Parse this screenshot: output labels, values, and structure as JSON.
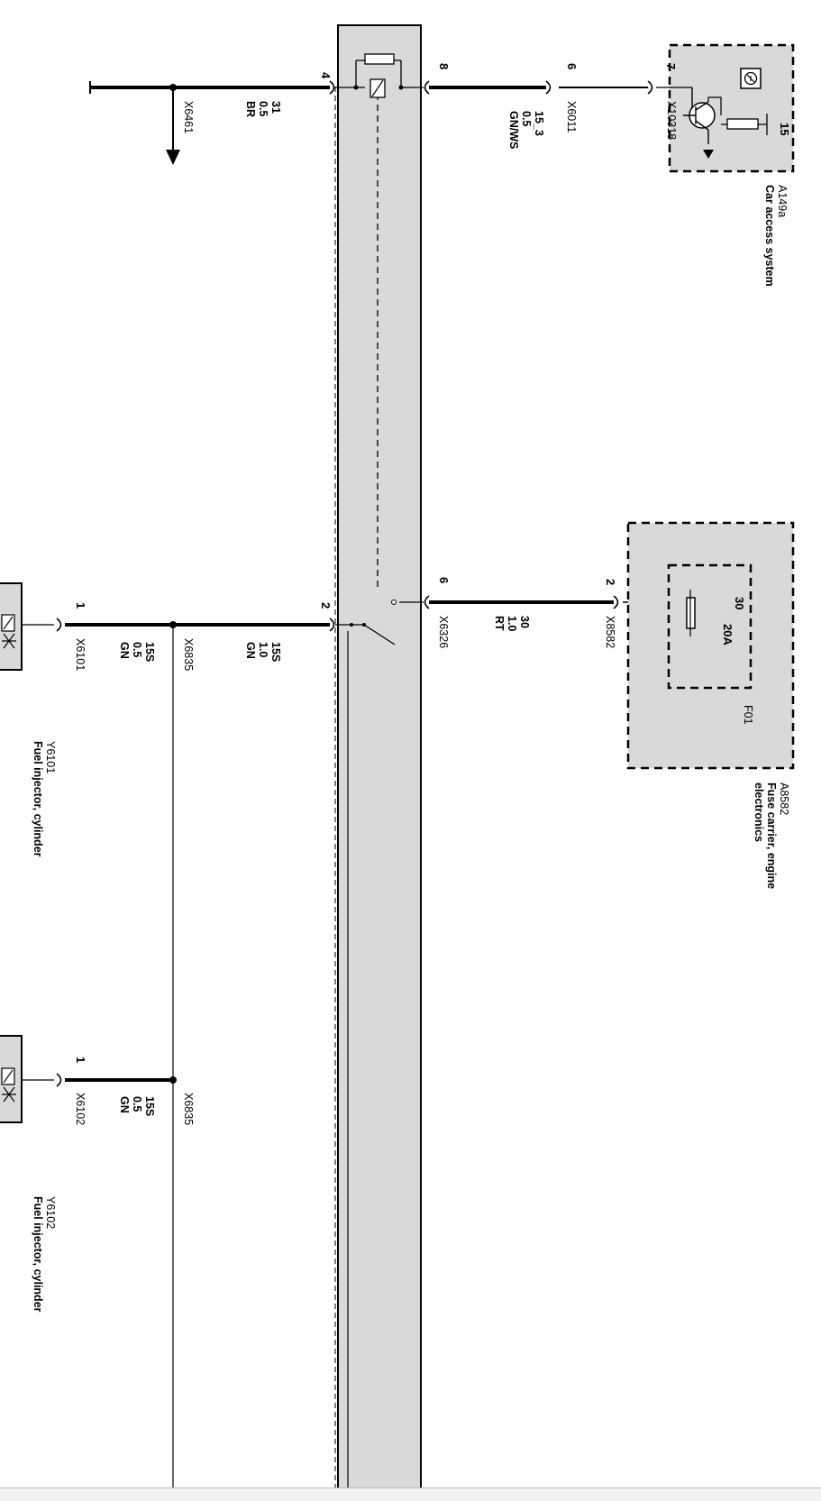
{
  "diagram": {
    "components": {
      "car_access_system": {
        "id": "A149a",
        "name": "Car access system",
        "terminal": "15",
        "connector": "X10318",
        "pin": "7"
      },
      "fuse_carrier": {
        "id": "A8582",
        "name_line1": "Fuse carrier, engine",
        "name_line2": "electronics",
        "fuse_id": "F01",
        "fuse_rating": "20A",
        "fuse_terminal": "30",
        "connector": "X8582",
        "pin": "2"
      },
      "injector_1": {
        "id": "Y6101",
        "name": "Fuel injector, cylinder",
        "connector": "X6101",
        "pin": "1"
      },
      "injector_2": {
        "id": "Y6102",
        "name": "Fuel injector, cylinder",
        "connector": "X6102",
        "pin": "1"
      }
    },
    "relay": {
      "pins": {
        "coil_ground": "4",
        "coil_supply": "8",
        "switch_output": "2",
        "switch_input": "6"
      },
      "connector": "X6326"
    },
    "wires": {
      "ground": {
        "terminal": "31",
        "size": "0.5",
        "color": "BR",
        "connector": "X6461"
      },
      "control": {
        "terminal": "15_3",
        "size": "0.5",
        "color": "GN/WS",
        "connector": "X6011",
        "pin": "6"
      },
      "supply": {
        "terminal": "30",
        "size": "1.0",
        "color": "RT"
      },
      "output": {
        "terminal": "15S",
        "size": "1.0",
        "color": "GN"
      },
      "injector_1": {
        "terminal": "15S",
        "size": "0.5",
        "color": "GN",
        "splice": "X6835"
      },
      "injector_2": {
        "terminal": "15S",
        "size": "0.5",
        "color": "GN",
        "splice": "X6835"
      }
    },
    "colors": {
      "component_fill": "#d9d9d9",
      "line": "#000000",
      "background": "#ffffff"
    }
  }
}
